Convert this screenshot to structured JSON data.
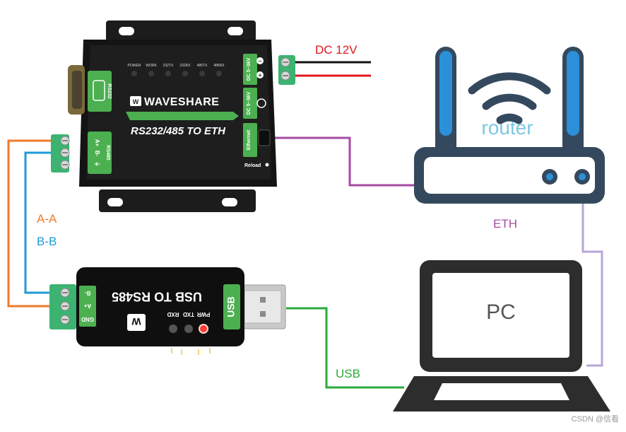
{
  "diagram": {
    "power_label": "DC 12V",
    "router_label": "router",
    "eth_label": "ETH",
    "pc_label": "PC",
    "usb_label": "USB",
    "wire_a_label": "A-A",
    "wire_b_label": "B-B",
    "watermark": "CSDN @信看"
  },
  "converter": {
    "brand": "WAVESHARE",
    "model": "RS232/485 TO ETH",
    "leds": [
      "POWER",
      "WORK",
      "232TX",
      "232RX",
      "485TX",
      "485RX"
    ],
    "rs232_label": "RS232",
    "rs485_label": "RS485",
    "rs485_pins": [
      "A+",
      "B-",
      "⏚"
    ],
    "dc_label": "DC 5~36V",
    "ethernet_label": "Ethernet",
    "reload_label": "Reload"
  },
  "usb_adapter": {
    "title": "USB TO RS485",
    "usb_tag": "USB",
    "pins": [
      "B-",
      "A+",
      "GND"
    ],
    "leds": [
      "PWR",
      "TXD",
      "RXD"
    ]
  },
  "colors": {
    "orange_wire": "#f07a2a",
    "blue_wire": "#1f9ad8",
    "purple_wire": "#a64aa4",
    "lavender_wire": "#b7a6db",
    "green_wire": "#2aaa3a",
    "router_accent": "#2b8fd9",
    "router_body": "#34495e",
    "device_green": "#4caf50"
  }
}
